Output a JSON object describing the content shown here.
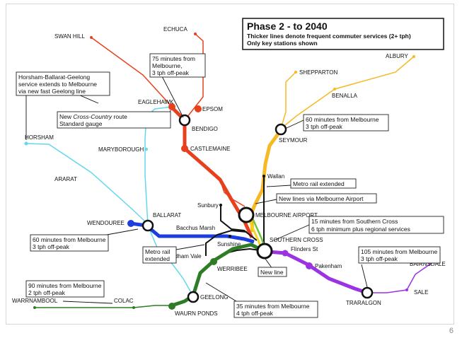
{
  "title": {
    "heading": "Phase 2 - to 2040",
    "line1": "Thicker lines denote frequent commuter services (2+ tph)",
    "line2": "Only key stations shown"
  },
  "page_number": "6",
  "colors": {
    "red_line": "#e8401c",
    "yellow_line": "#f7b923",
    "cyan_line": "#62d8ee",
    "blue_line": "#1c3ede",
    "green_line": "#2e7d26",
    "purple_line": "#9b33e3",
    "metro_line": "#111111",
    "airport_line": "#f7d51d"
  },
  "stations": {
    "swan_hill": "SWAN HILL",
    "echuca": "ECHUCA",
    "eaglehawk": "EAGLEHAWK",
    "epsom": "EPSOM",
    "bendigo": "BENDIGO",
    "castlemaine": "CASTLEMAINE",
    "maryborough": "MARYBOROUGH",
    "horsham": "HORSHAM",
    "ararat": "ARARAT",
    "wendouree": "WENDOUREE",
    "ballarat": "BALLARAT",
    "bacchus_marsh": "Bacchus Marsh",
    "sunbury": "Sunbury",
    "wallan": "Wallan",
    "shepparton": "SHEPPARTON",
    "albury": "ALBURY",
    "benalla": "BENALLA",
    "seymour": "SEYMOUR",
    "melbourne_airport": "MELBOURNE AIRPORT",
    "southern_cross": "SOUTHERN CROSS",
    "flinders_st": "Flinders St",
    "sunshine": "Sunshine",
    "wyndham_vale": "Wyndham Vale",
    "werribee": "WERRIBEE",
    "pakenham": "Pakenham",
    "geelong": "GEELONG",
    "waurn_ponds": "WAURN PONDS",
    "colac": "COLAC",
    "warrnambool": "WARRNAMBOOL",
    "traralgon": "TRARALGON",
    "sale": "SALE",
    "bairnsdale": "BAIRNSDALE"
  },
  "callouts": {
    "bendigo": [
      "75 minutes from",
      "Melbourne,",
      "3 tph off-peak"
    ],
    "horsham": [
      "Horsham-Ballarat-Geelong",
      "service extends to Melbourne",
      "via new fast Geelong line"
    ],
    "cross_country_a": "New ",
    "cross_country_b": "Cross-Country",
    "cross_country_c": " route",
    "cross_country_2": "Standard gauge",
    "seymour": [
      "60 minutes from Melbourne",
      "3 tph off-peak"
    ],
    "metro_extended": "Metro rail extended",
    "new_airport_lines": "New lines via Melbourne Airport",
    "southern_cross": [
      "15 minutes from Southern Cross",
      "6 tph minimum plus regional services"
    ],
    "ballarat": [
      "60 minutes from Melbourne",
      "3 tph off-peak"
    ],
    "metro_west": [
      "Metro rail",
      "extended"
    ],
    "new_line": "New line",
    "traralgon": [
      "105 minutes from Melbourne",
      "3 tph off-peak"
    ],
    "colac": [
      "90 minutes from Melbourne",
      "2 tph off-peak"
    ],
    "geelong": [
      "35 minutes from Melbourne",
      "4 tph off-peak"
    ]
  }
}
